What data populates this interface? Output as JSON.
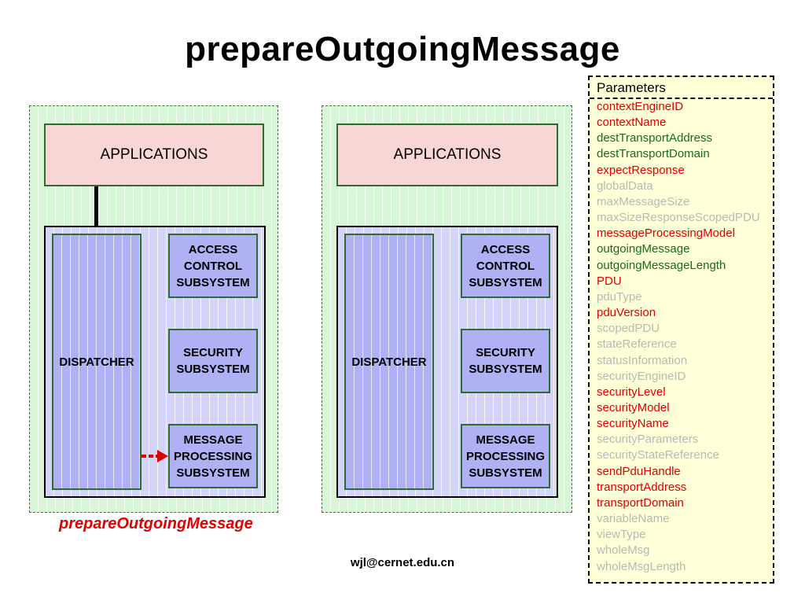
{
  "title": "prepareOutgoingMessage",
  "left_diagram": {
    "applications": "APPLICATIONS",
    "dispatcher": "DISPATCHER",
    "access_control": "ACCESS\nCONTROL\nSUBSYSTEM",
    "security": "SECURITY\nSUBSYSTEM",
    "message_processing": "MESSAGE\nPROCESSING\nSUBSYSTEM",
    "caption": "prepareOutgoingMessage"
  },
  "right_diagram": {
    "applications": "APPLICATIONS",
    "dispatcher": "DISPATCHER",
    "access_control": "ACCESS\nCONTROL\nSUBSYSTEM",
    "security": "SECURITY\nSUBSYSTEM",
    "message_processing": "MESSAGE\nPROCESSING\nSUBSYSTEM"
  },
  "footer": "wjl@cernet.edu.cn",
  "colors": {
    "red": "#e00000",
    "green": "#1a6b1a",
    "gray": "#b8b8b8"
  },
  "parameters": {
    "header": "Parameters",
    "items": [
      {
        "name": "contextEngineID",
        "color": "#e00000"
      },
      {
        "name": "contextName",
        "color": "#e00000"
      },
      {
        "name": "destTransportAddress",
        "color": "#1a6b1a"
      },
      {
        "name": "destTransportDomain",
        "color": "#1a6b1a"
      },
      {
        "name": "expectResponse",
        "color": "#e00000"
      },
      {
        "name": "globalData",
        "color": "#b8b8b8"
      },
      {
        "name": "maxMessageSize",
        "color": "#b8b8b8"
      },
      {
        "name": "maxSizeResponseScopedPDU",
        "color": "#b8b8b8"
      },
      {
        "name": "messageProcessingModel",
        "color": "#e00000"
      },
      {
        "name": "outgoingMessage",
        "color": "#1a6b1a"
      },
      {
        "name": "outgoingMessageLength",
        "color": "#1a6b1a"
      },
      {
        "name": "PDU",
        "color": "#e00000"
      },
      {
        "name": "pduType",
        "color": "#b8b8b8"
      },
      {
        "name": "pduVersion",
        "color": "#e00000"
      },
      {
        "name": "scopedPDU",
        "color": "#b8b8b8"
      },
      {
        "name": "stateReference",
        "color": "#b8b8b8"
      },
      {
        "name": "statusInformation",
        "color": "#b8b8b8"
      },
      {
        "name": "securityEngineID",
        "color": "#b8b8b8"
      },
      {
        "name": "securityLevel",
        "color": "#e00000"
      },
      {
        "name": "securityModel",
        "color": "#e00000"
      },
      {
        "name": "securityName",
        "color": "#e00000"
      },
      {
        "name": "securityParameters",
        "color": "#b8b8b8"
      },
      {
        "name": "securityStateReference",
        "color": "#b8b8b8"
      },
      {
        "name": "sendPduHandle",
        "color": "#e00000"
      },
      {
        "name": "transportAddress",
        "color": "#e00000"
      },
      {
        "name": "transportDomain",
        "color": "#e00000"
      },
      {
        "name": "variableName",
        "color": "#b8b8b8"
      },
      {
        "name": "viewType",
        "color": "#b8b8b8"
      },
      {
        "name": "wholeMsg",
        "color": "#b8b8b8"
      },
      {
        "name": "wholeMsgLength",
        "color": "#b8b8b8"
      }
    ]
  }
}
